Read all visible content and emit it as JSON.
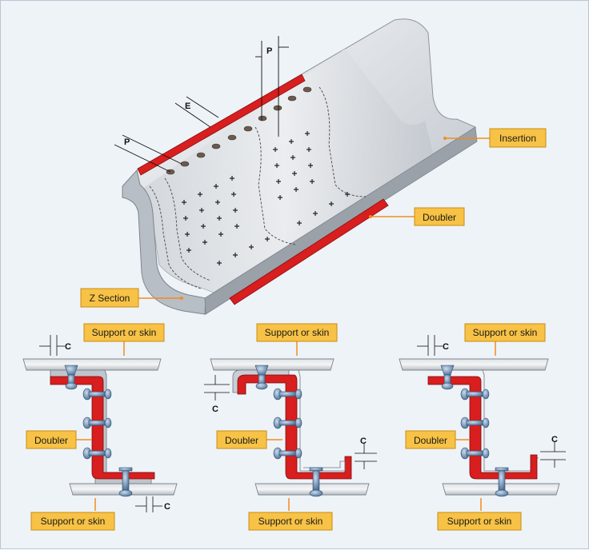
{
  "labels": {
    "insertion": "Insertion",
    "doubler_top": "Doubler",
    "z_section": "Z Section",
    "support_or_skin": "Support or skin",
    "doubler": "Doubler"
  },
  "dimensions": {
    "pitch": "P",
    "edge": "E",
    "clearance": "C"
  },
  "colors": {
    "background": "#eef3f8",
    "callout_fill": "#f7c245",
    "callout_border": "#c98d12",
    "doubler_red": "#d81e1e",
    "metal_light": "#e9ebee",
    "metal_mid": "#c9ced4",
    "metal_dark": "#9aa1a9",
    "rivet_blue": "#6d8fb3",
    "leader_orange": "#f28c1e"
  }
}
